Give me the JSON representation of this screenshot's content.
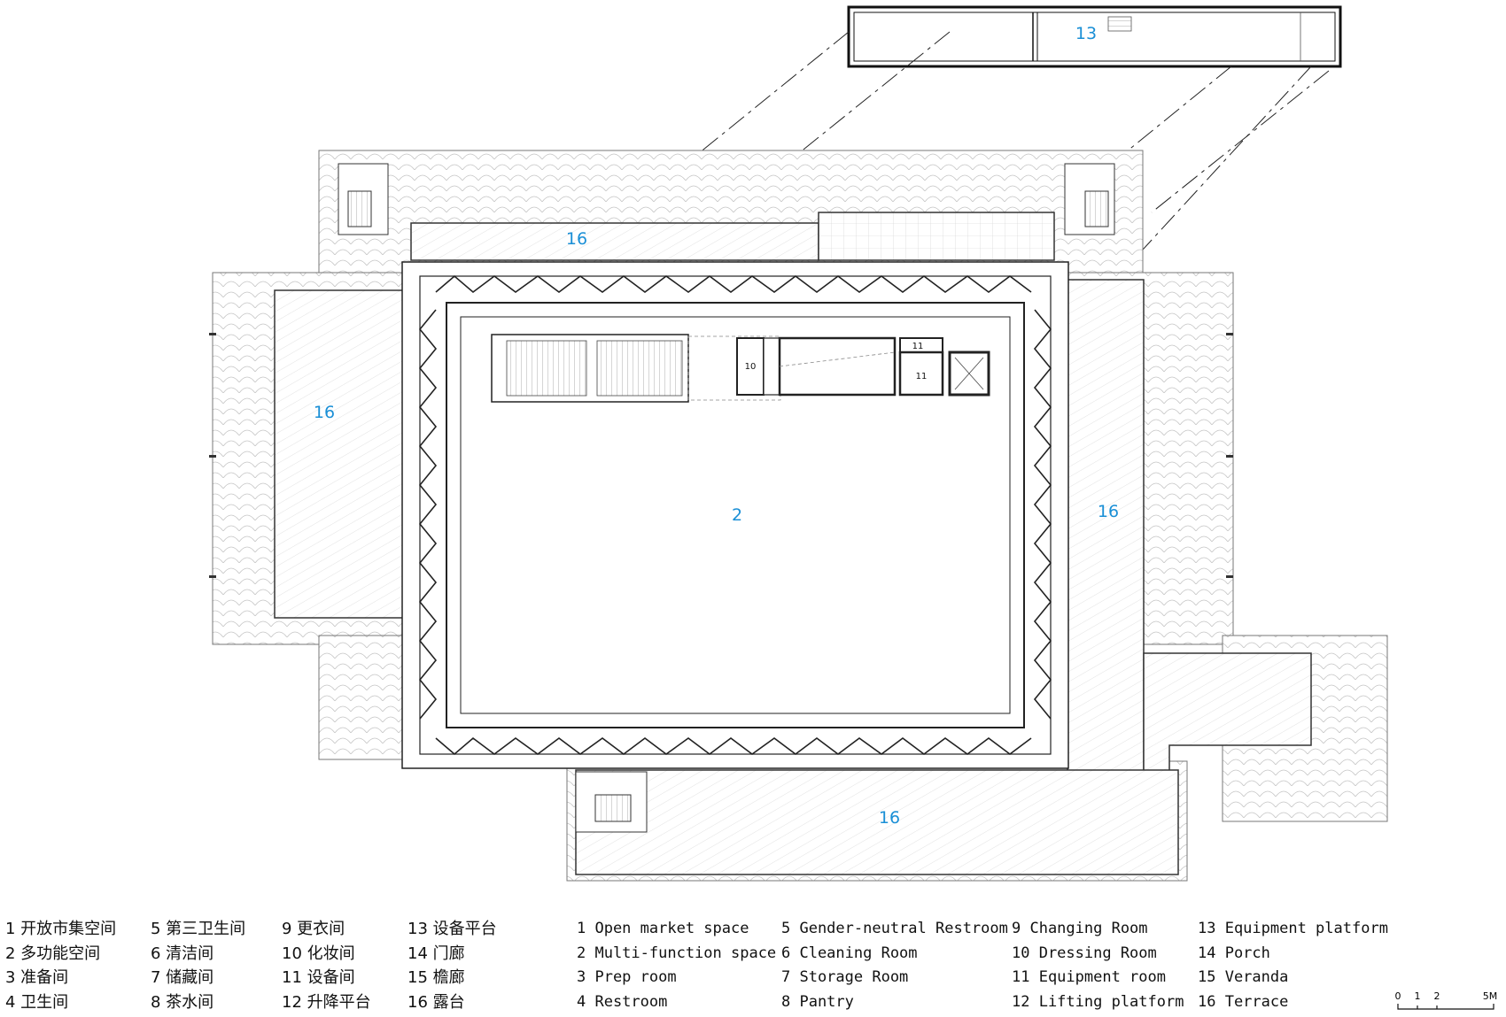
{
  "plan": {
    "room_labels": {
      "equipment_platform": "13",
      "terrace_top": "16",
      "terrace_left": "16",
      "multi_function": "2",
      "terrace_right": "16",
      "terrace_bottom": "16",
      "changing": "10",
      "equipment_a": "11",
      "equipment_b": "11"
    }
  },
  "legend_cn": [
    [
      "1 开放市集空间",
      "2 多功能空间",
      "3 准备间",
      "4 卫生间"
    ],
    [
      "5 第三卫生间",
      "6 清洁间",
      "7 储藏间",
      "8 茶水间"
    ],
    [
      "9 更衣间",
      "10 化妆间",
      "11 设备间",
      "12 升降平台"
    ],
    [
      "13 设备平台",
      "14 门廊",
      "15 檐廊",
      "16 露台"
    ]
  ],
  "legend_en": [
    [
      "1 Open market space",
      "2 Multi-function space",
      "3 Prep room",
      "4 Restroom"
    ],
    [
      "5 Gender-neutral Restroom",
      "6 Cleaning Room",
      "7 Storage Room",
      "8 Pantry"
    ],
    [
      "9 Changing Room",
      "10 Dressing Room",
      "11 Equipment room",
      "12 Lifting platform"
    ],
    [
      "13 Equipment platform",
      "14 Porch",
      "15 Veranda",
      "16 Terrace"
    ]
  ],
  "scale": {
    "ticks": [
      "0",
      "1",
      "2",
      "5M"
    ]
  },
  "colors": {
    "label_blue": "#1a8fd6",
    "line": "#222222",
    "hatch": "#bdbdbd"
  }
}
